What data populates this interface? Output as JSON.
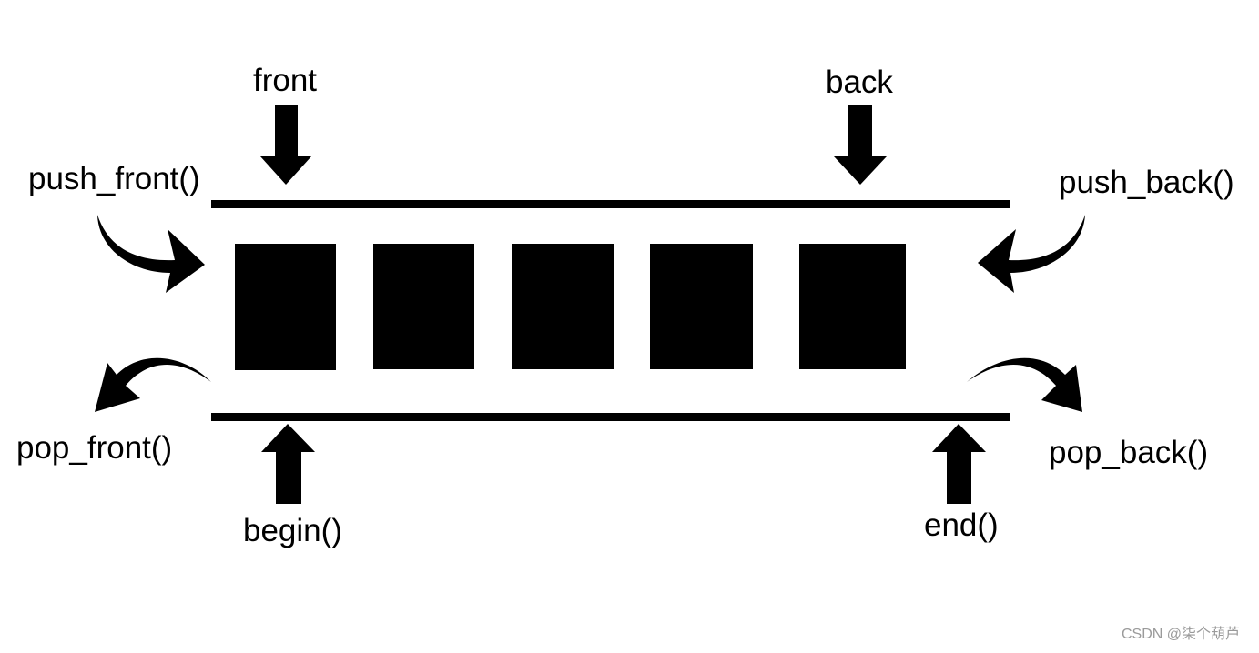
{
  "diagram": {
    "labels": {
      "front": "front",
      "back": "back",
      "push_front": "push_front()",
      "push_back": "push_back()",
      "pop_front": "pop_front()",
      "pop_back": "pop_back()",
      "begin": "begin()",
      "end": "end()"
    },
    "watermark": "CSDN @柒个葫芦"
  },
  "colors": {
    "ink": "#000000",
    "background": "#ffffff",
    "watermark": "#9a9a9a"
  },
  "icons": {
    "arrow_down": "arrow-down-icon",
    "arrow_up": "arrow-up-icon",
    "curved_arrow": "curved-arrow-icon"
  }
}
